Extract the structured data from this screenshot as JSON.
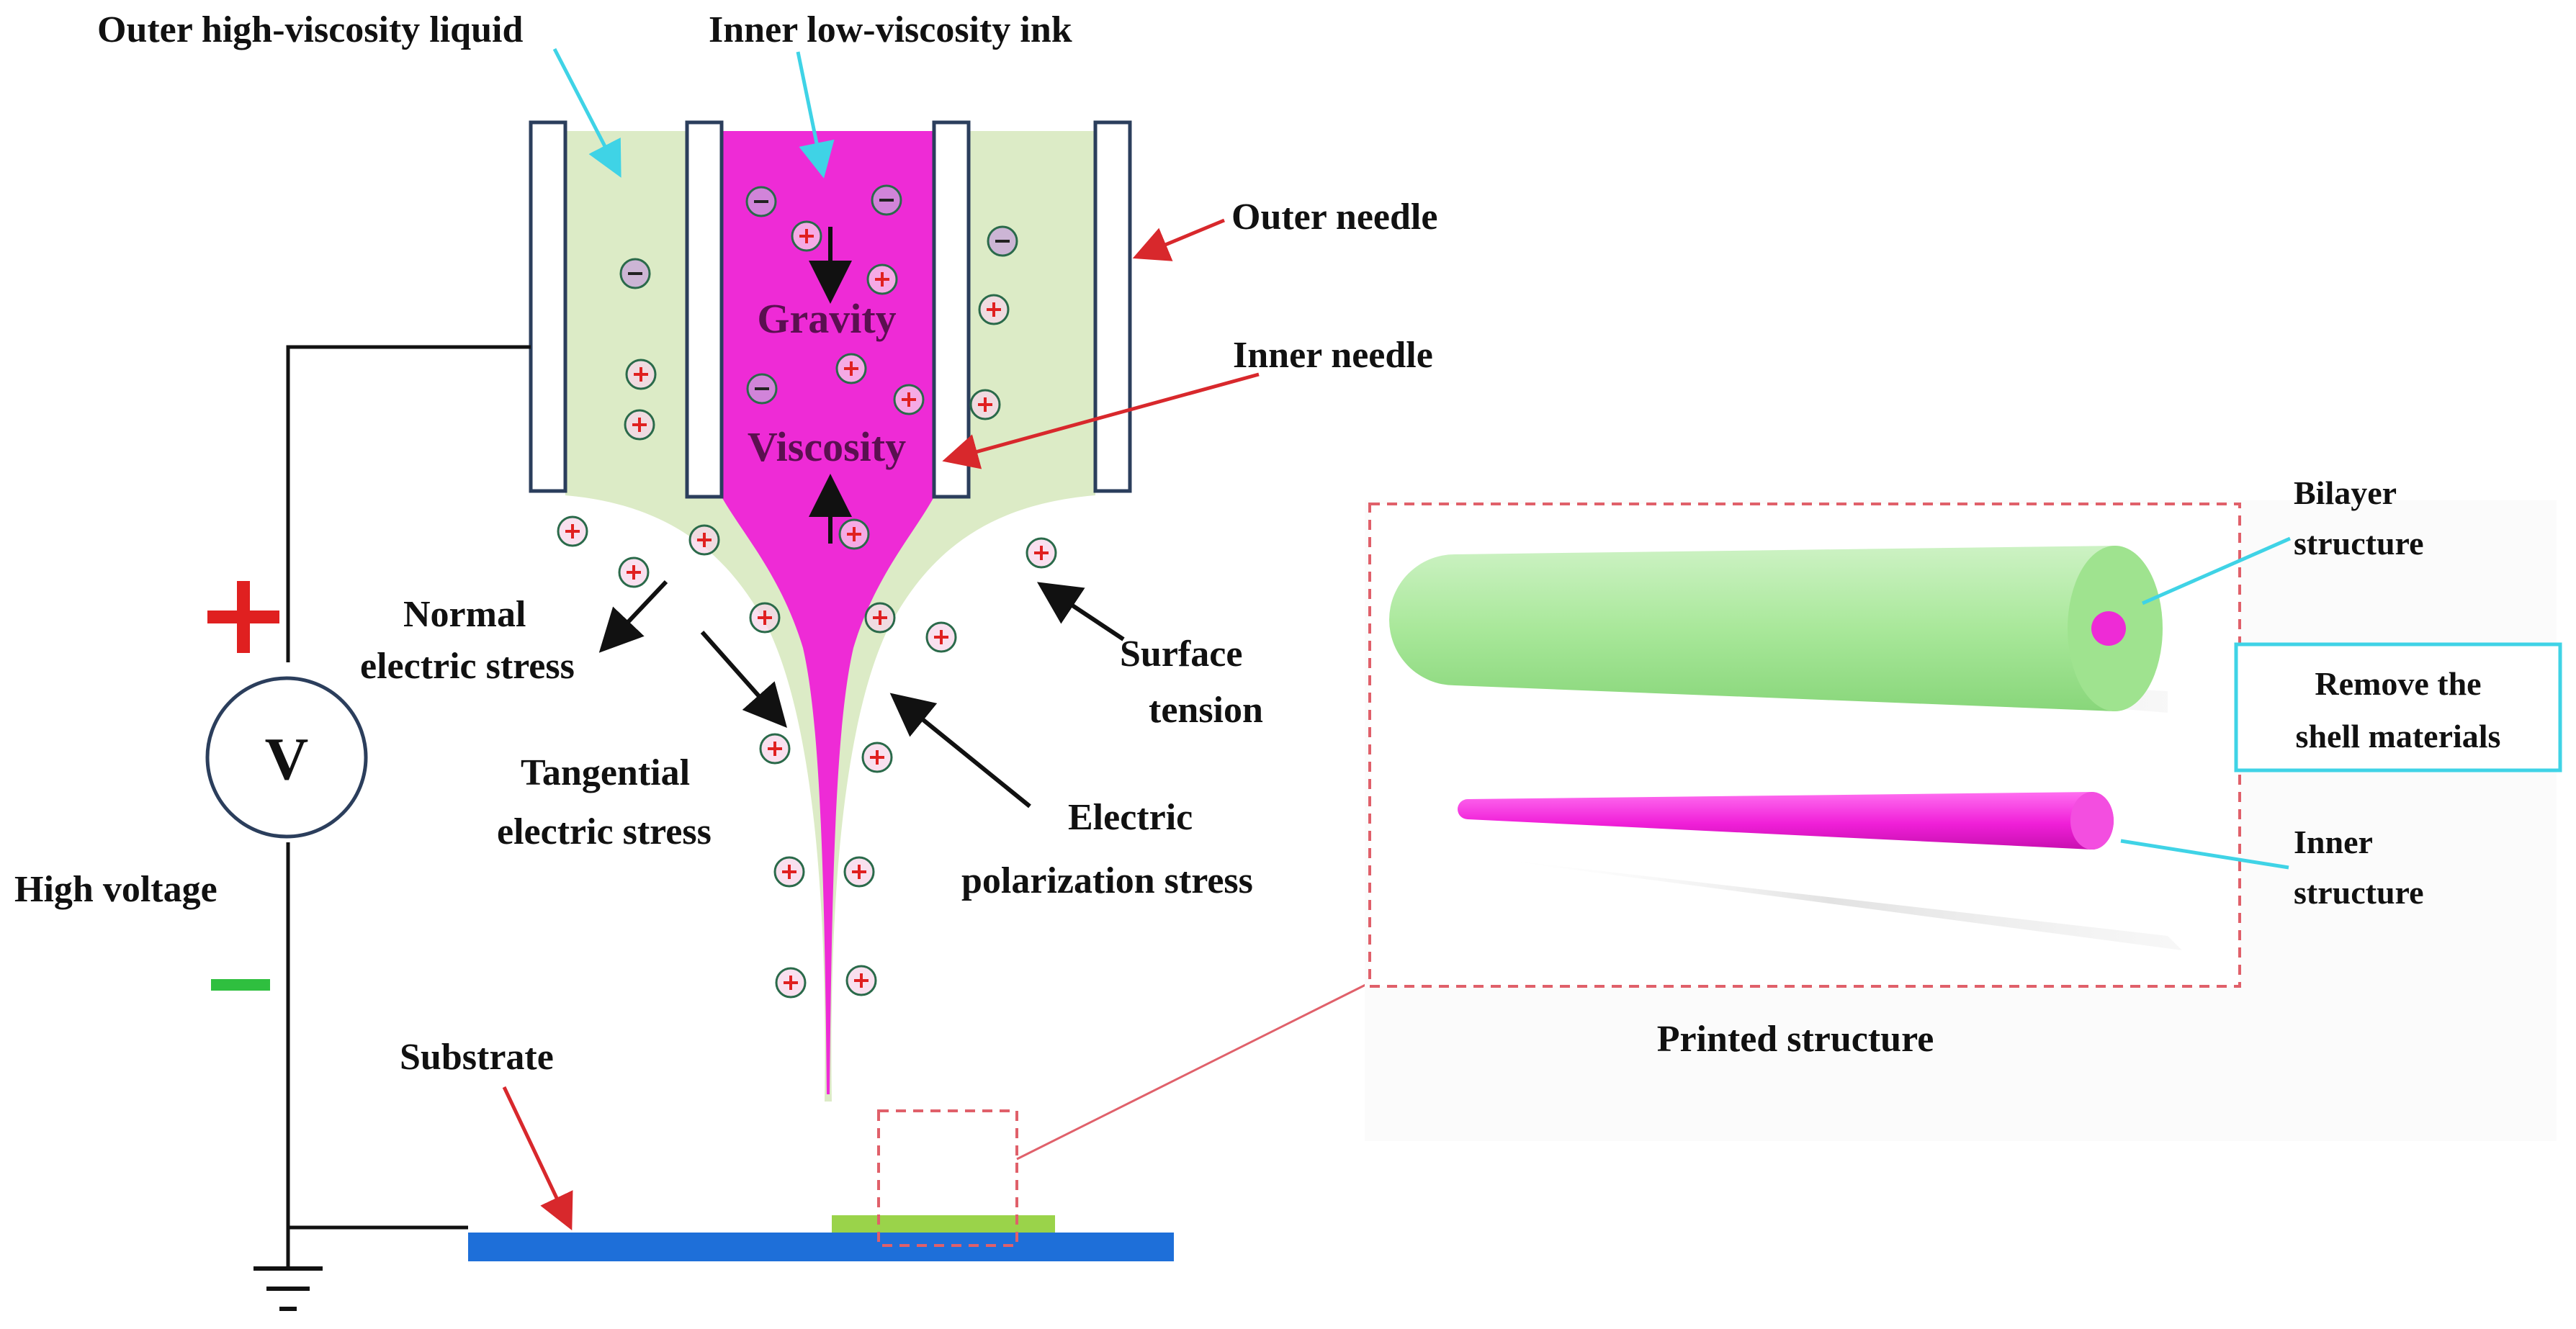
{
  "labels": {
    "outer_liquid": "Outer high-viscosity liquid",
    "inner_ink": "Inner low-viscosity ink",
    "outer_needle": "Outer needle",
    "inner_needle": "Inner needle",
    "gravity": "Gravity",
    "viscosity": "Viscosity",
    "normal_stress_1": "Normal",
    "normal_stress_2": "electric stress",
    "surface_tension_1": "Surface",
    "surface_tension_2": "tension",
    "tangential_1": "Tangential",
    "tangential_2": "electric stress",
    "polarization_1": "Electric",
    "polarization_2": "polarization stress",
    "high_voltage": "High voltage",
    "voltage_symbol": "V",
    "plus_sign": "+",
    "minus_sign": "–",
    "substrate": "Substrate",
    "printed_structure": "Printed  structure",
    "bilayer_1": "Bilayer",
    "bilayer_2": "structure",
    "remove_1": "Remove the",
    "remove_2": "shell materials",
    "inner_structure_1": "Inner",
    "inner_structure_2": "structure"
  },
  "colors": {
    "outer_liquid": "#dcebc6",
    "inner_ink": "#ee2bd6",
    "substrate": "#1e6fd9",
    "printed_line": "#9ad34a",
    "annotation_cyan": "#3fd3e6",
    "annotation_red": "#d8282c",
    "plus_sign": "#e02020",
    "minus_sign": "#2fbf3f",
    "detail_box": "#e0606a"
  },
  "icons": {
    "positive_charge": "plus-circle-icon",
    "negative_charge": "minus-circle-icon",
    "ground": "ground-icon",
    "voltmeter": "voltmeter-icon"
  }
}
